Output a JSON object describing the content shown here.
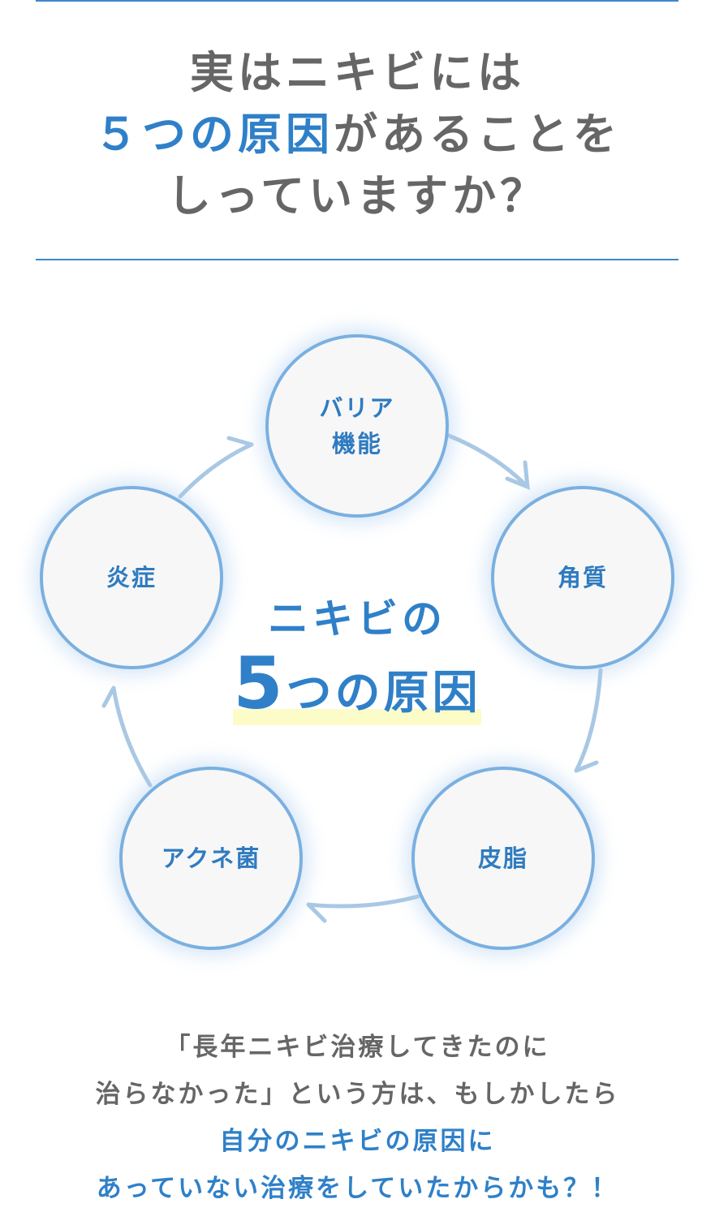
{
  "heading": {
    "line1": "実はニキビには",
    "line2_highlight": "５つの原因",
    "line2_rest": "があることを",
    "line3": "しっていますか？"
  },
  "diagram": {
    "center_line1": "ニキビの",
    "center_five": "5",
    "center_rest": "つの原因",
    "causes": [
      {
        "label_1": "バリア",
        "label_2": "機能"
      },
      {
        "label_1": "角質"
      },
      {
        "label_1": "皮脂"
      },
      {
        "label_1": "アクネ菌"
      },
      {
        "label_1": "炎症"
      }
    ]
  },
  "message": {
    "line1": "「長年ニキビ治療してきたのに",
    "line2": "治らなかった」という方は、もしかしたら",
    "line3": "自分のニキビの原因に",
    "line4": "あっていない治療をしていたからかも？！"
  },
  "colors": {
    "accent": "#2f80c8",
    "text": "#666666",
    "circle_border": "#7ab0e0",
    "arrow": "#a9c8e4",
    "highlight": "#fbfcc8"
  }
}
